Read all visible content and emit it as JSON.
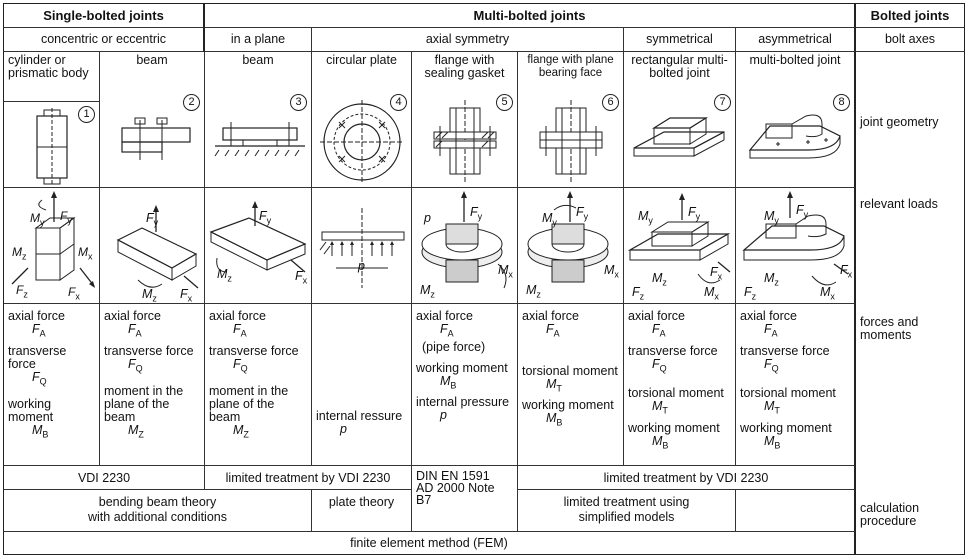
{
  "headers": {
    "single": "Single-bolted joints",
    "multi": "Multi-bolted joints",
    "bolted": "Bolted joints"
  },
  "subheaders": {
    "concentric": "concentric or eccentric",
    "in_plane": "in a plane",
    "axial": "axial symmetry",
    "symmetrical": "symmetrical",
    "asymmetrical": "asymmetrical",
    "bolt_axes": "bolt axes"
  },
  "columns": [
    {
      "num": "1",
      "label": "cylinder or prismatic body"
    },
    {
      "num": "2",
      "label": "beam"
    },
    {
      "num": "3",
      "label": "beam"
    },
    {
      "num": "4",
      "label": "circular plate"
    },
    {
      "num": "5",
      "label": "flange with sealing gasket"
    },
    {
      "num": "6",
      "label": "flange with plane bearing face"
    },
    {
      "num": "7",
      "label": "rectangular multi-bolted joint"
    },
    {
      "num": "8",
      "label": "multi-bolted joint"
    }
  ],
  "row_labels": {
    "geometry": "joint geometry",
    "loads": "relevant loads",
    "forces": "forces and moments",
    "calc": "calculation procedure"
  },
  "load_symbols": {
    "My": "M",
    "Fy": "F",
    "Mz": "M",
    "Mx": "M",
    "Fz": "F",
    "Fx": "F",
    "p": "p"
  },
  "forces": {
    "c1": [
      "axial force",
      "F_A",
      "transverse force",
      "F_Q",
      "working moment",
      "M_B"
    ],
    "c2": [
      "axial force",
      "F_A",
      "transverse force",
      "F_Q",
      "moment in the plane of the beam",
      "M_Z"
    ],
    "c3": [
      "axial force",
      "F_A",
      "transverse force",
      "F_Q",
      "moment in the plane of the beam",
      "M_Z"
    ],
    "c4": [
      "internal ressure",
      "p"
    ],
    "c5": [
      "axial force",
      "F_A",
      "(pipe force)",
      "working moment",
      "M_B",
      "internal pressure",
      "p"
    ],
    "c6": [
      "axial force",
      "F_A",
      "torsional moment",
      "M_T",
      "working moment",
      "M_B"
    ],
    "c7": [
      "axial force",
      "F_A",
      "transverse force",
      "F_Q",
      "torsional moment",
      "M_T",
      "working moment",
      "M_B"
    ],
    "c8": [
      "axial force",
      "F_A",
      "transverse force",
      "F_Q",
      "torsional moment",
      "M_T",
      "working moment",
      "M_B"
    ]
  },
  "calc": {
    "vdi": "VDI 2230",
    "limited1": "limited treatment by VDI 2230",
    "din1": "DIN EN 1591",
    "din2": "AD 2000 Note B7",
    "limited2": "limited treatment by VDI 2230",
    "bending1": "bending beam theory",
    "bending2": "with additional conditions",
    "plate": "plate theory",
    "simplified1": "limited treatment using",
    "simplified2": "simplified models",
    "fem": "finite element method (FEM)"
  }
}
